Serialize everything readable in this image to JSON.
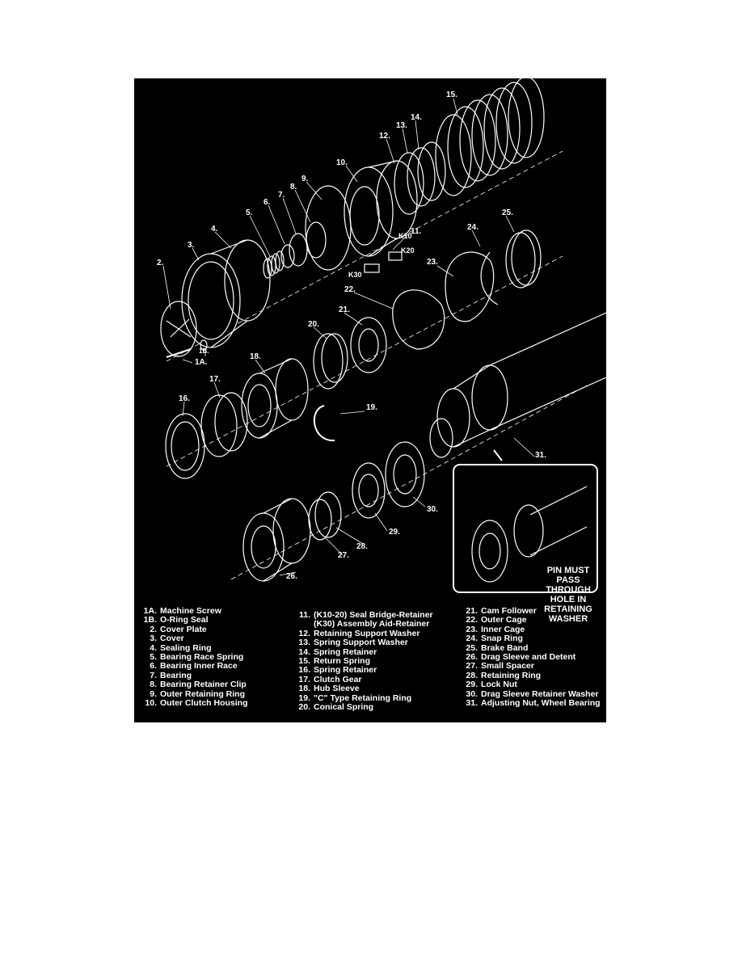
{
  "inset": {
    "caption": "PIN MUST PASS THROUGH HOLE IN RETAINING WASHER"
  },
  "markers": {
    "k10": "K10",
    "k20": "K20",
    "k30": "K30"
  },
  "callouts": [
    "15.",
    "14.",
    "13.",
    "12.",
    "10.",
    "9.",
    "8.",
    "7.",
    "6.",
    "5.",
    "4.",
    "3.",
    "2.",
    "11.",
    "24.",
    "25.",
    "23.",
    "22.",
    "21.",
    "20.",
    "18.",
    "17.",
    "16.",
    "19.",
    "1A.",
    "1B.",
    "31.",
    "30.",
    "29.",
    "28.",
    "27.",
    "26."
  ],
  "legend": {
    "col1": [
      {
        "num": "1A.",
        "label": "Machine Screw"
      },
      {
        "num": "1B.",
        "label": "O-Ring Seal"
      },
      {
        "num": "2.",
        "label": "Cover Plate"
      },
      {
        "num": "3.",
        "label": "Cover"
      },
      {
        "num": "4.",
        "label": "Sealing Ring"
      },
      {
        "num": "5.",
        "label": "Bearing Race Spring"
      },
      {
        "num": "6.",
        "label": "Bearing Inner Race"
      },
      {
        "num": "7.",
        "label": "Bearing"
      },
      {
        "num": "8.",
        "label": "Bearing Retainer Clip"
      },
      {
        "num": "9.",
        "label": "Outer Retaining Ring"
      },
      {
        "num": "10.",
        "label": "Outer Clutch Housing"
      }
    ],
    "col2": [
      {
        "num": "11.",
        "label": "(K10-20) Seal Bridge-Retainer"
      },
      {
        "num": "",
        "label": "(K30) Assembly Aid-Retainer"
      },
      {
        "num": "12.",
        "label": "Retaining Support Washer"
      },
      {
        "num": "13.",
        "label": "Spring Support Washer"
      },
      {
        "num": "14.",
        "label": "Spring Retainer"
      },
      {
        "num": "15.",
        "label": "Return Spring"
      },
      {
        "num": "16.",
        "label": "Spring Retainer"
      },
      {
        "num": "17.",
        "label": "Clutch Gear"
      },
      {
        "num": "18.",
        "label": "Hub Sleeve"
      },
      {
        "num": "19.",
        "label": "\"C\" Type Retaining Ring"
      },
      {
        "num": "20.",
        "label": "Conical Spring"
      }
    ],
    "col3": [
      {
        "num": "21.",
        "label": "Cam Follower"
      },
      {
        "num": "22.",
        "label": "Outer Cage"
      },
      {
        "num": "23.",
        "label": "Inner Cage"
      },
      {
        "num": "24.",
        "label": "Snap Ring"
      },
      {
        "num": "25.",
        "label": "Brake Band"
      },
      {
        "num": "26.",
        "label": "Drag Sleeve and Detent"
      },
      {
        "num": "27.",
        "label": "Small Spacer"
      },
      {
        "num": "28.",
        "label": "Retaining Ring"
      },
      {
        "num": "29.",
        "label": "Lock Nut"
      },
      {
        "num": "30.",
        "label": "Drag Sleeve Retainer Washer"
      },
      {
        "num": "31.",
        "label": "Adjusting Nut, Wheel Bearing"
      }
    ]
  }
}
